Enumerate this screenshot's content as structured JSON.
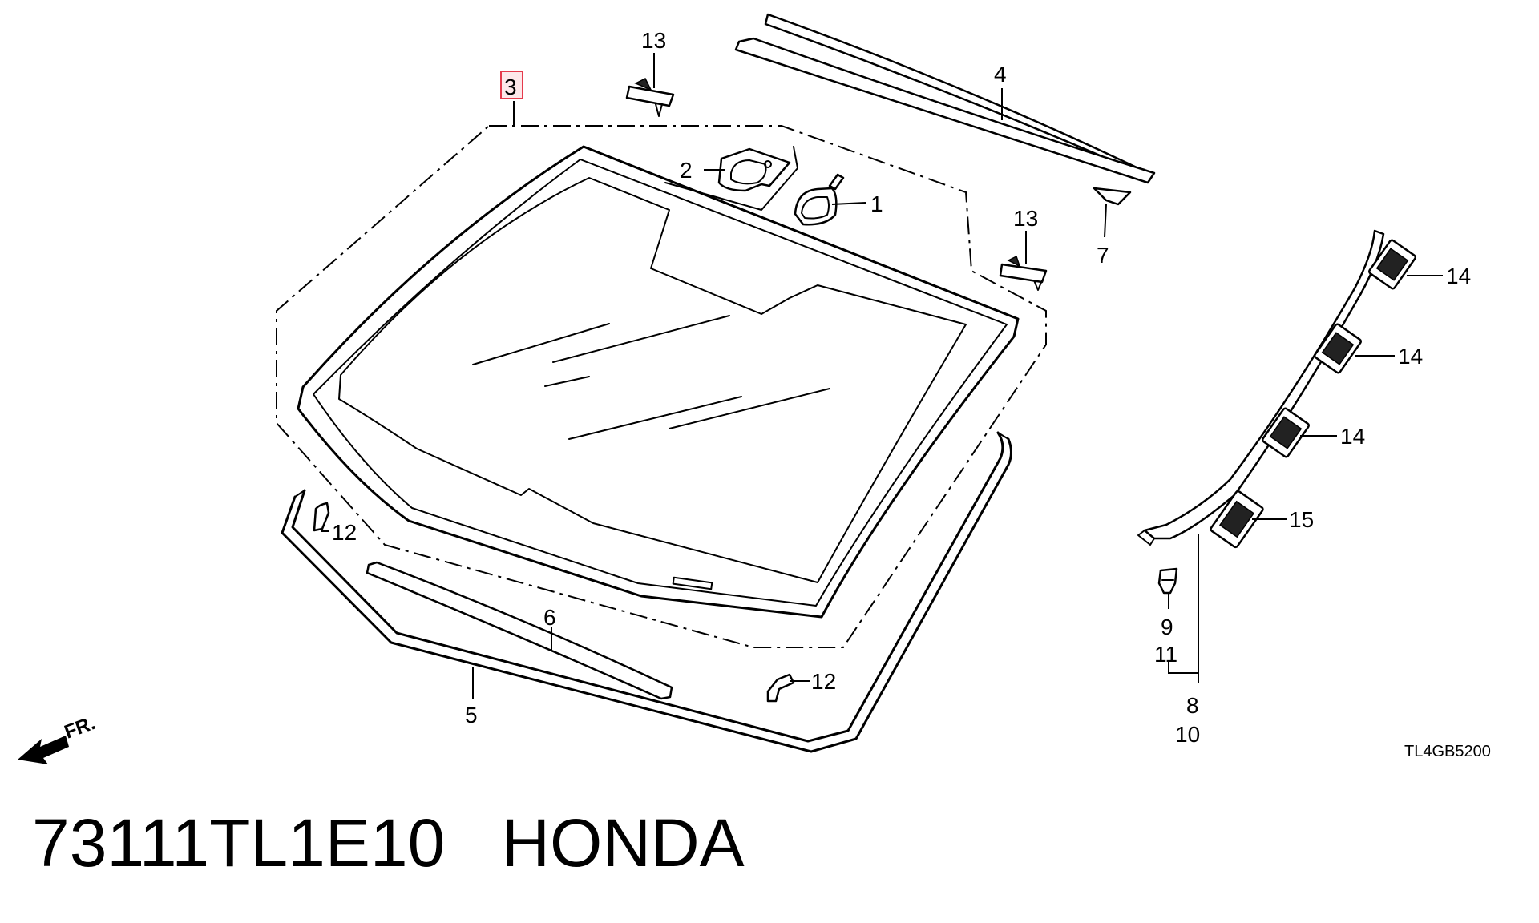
{
  "diagram": {
    "callouts": {
      "c1": "1",
      "c2": "2",
      "c3": "3",
      "c4": "4",
      "c5": "5",
      "c6": "6",
      "c7": "7",
      "c8": "8",
      "c9": "9",
      "c10": "10",
      "c11": "11",
      "c12a": "12",
      "c12b": "12",
      "c13a": "13",
      "c13b": "13",
      "c14a": "14",
      "c14b": "14",
      "c14c": "14",
      "c15": "15"
    },
    "highlighted_callout": "3",
    "highlight_color": "#e53a4c",
    "direction_label": "FR.",
    "diagram_code": "TL4GB5200"
  },
  "caption": {
    "part_number": "73111TL1E10",
    "brand": "HONDA"
  }
}
